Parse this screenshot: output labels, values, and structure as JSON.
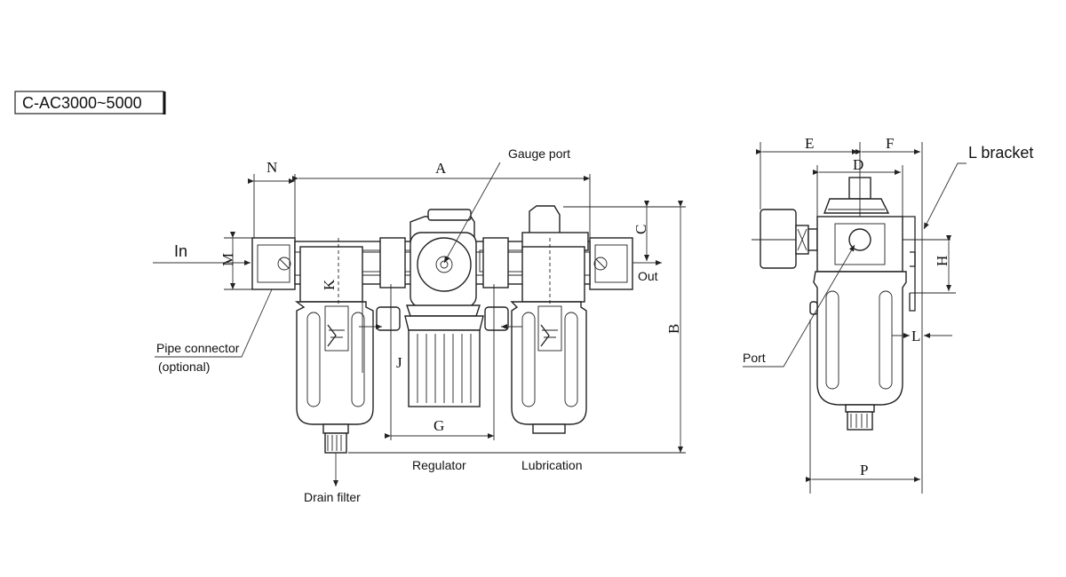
{
  "title": "C-AC3000~5000",
  "labels": {
    "gauge_port": "Gauge port",
    "in": "In",
    "out": "Out",
    "pipe_connector": "Pipe connector",
    "optional": "(optional)",
    "drain_filter": "Drain filter",
    "regulator": "Regulator",
    "lubrication": "Lubrication",
    "l_bracket": "L bracket",
    "port": "Port"
  },
  "dimensions": {
    "A": "A",
    "B": "B",
    "C": "C",
    "D": "D",
    "E": "E",
    "F": "F",
    "G": "G",
    "H": "H",
    "J": "J",
    "K": "K",
    "L": "L",
    "M": "M",
    "N": "N",
    "P": "P"
  }
}
